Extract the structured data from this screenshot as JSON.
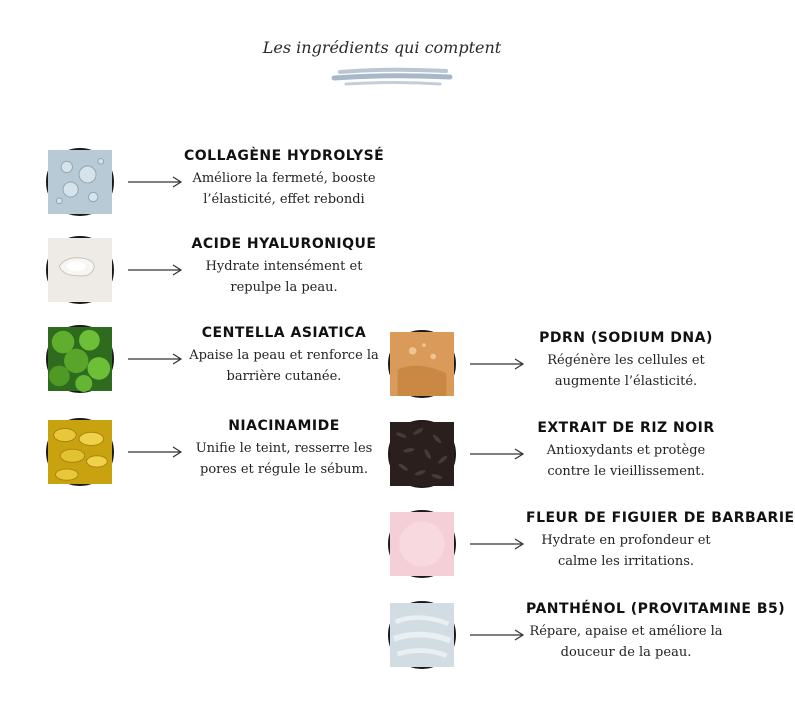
{
  "title": "Les ingrédients qui comptent",
  "colors": {
    "brush": "#b9c6d4",
    "text": "#1f1f1f"
  },
  "items": [
    {
      "name": "Collagène hydrolysé",
      "line1": "Améliore la fermeté, booste",
      "line2": "l’élasticité, effet rebondi",
      "icon": "collagen-bubbles-icon"
    },
    {
      "name": "Acide hyaluronique",
      "line1": "Hydrate intensément et",
      "line2": "repulpe la peau.",
      "icon": "hyaluronic-cream-icon"
    },
    {
      "name": "Centella Asiatica",
      "line1": "Apaise la peau et renforce la",
      "line2": "barrière cutanée.",
      "icon": "centella-leaves-icon"
    },
    {
      "name": "Niacinamide",
      "line1": "Unifie le teint, resserre les",
      "line2": "pores et régule le sébum.",
      "icon": "niacinamide-capsules-icon"
    },
    {
      "name": "PDRN (Sodium DNA)",
      "line1": "Régénère les cellules et",
      "line2": "augmente l’élasticité.",
      "icon": "pdrn-serum-icon"
    },
    {
      "name": "Extrait de riz noir",
      "line1": "Antioxydants et protège",
      "line2": "contre le vieillissement.",
      "icon": "black-rice-icon"
    },
    {
      "name": "Fleur de figuier de barbarie",
      "line1": "Hydrate en profondeur et",
      "line2": "calme les irritations.",
      "icon": "prickly-pear-flower-icon"
    },
    {
      "name": "Panthénol (Provitamine B5)",
      "line1": "Répare, apaise et améliore la",
      "line2": "douceur de la peau.",
      "icon": "panthenol-cream-icon"
    }
  ]
}
